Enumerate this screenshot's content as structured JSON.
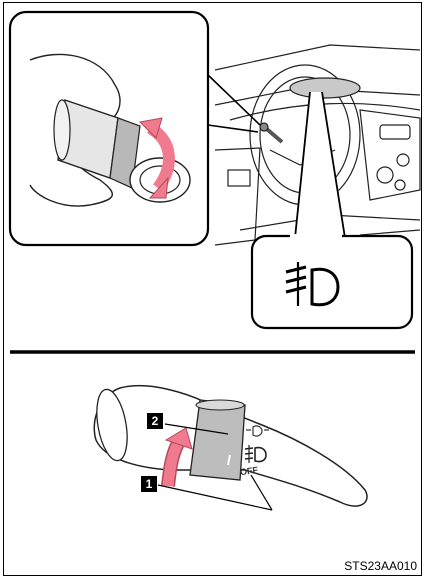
{
  "figure_code": "STS23AA010",
  "steps": [
    {
      "number": "1"
    },
    {
      "number": "2"
    }
  ],
  "switch_positions": {
    "off": "OFF"
  },
  "icons": {
    "fog_light": "front-fog-light-icon",
    "parking_lamp": "parking-lamp-icon"
  },
  "colors": {
    "arrow_pink": "#f07b8f",
    "arrow_stroke": "#b5485b",
    "ring_gray": "#b8b8b8",
    "badge_bg": "#000000"
  }
}
